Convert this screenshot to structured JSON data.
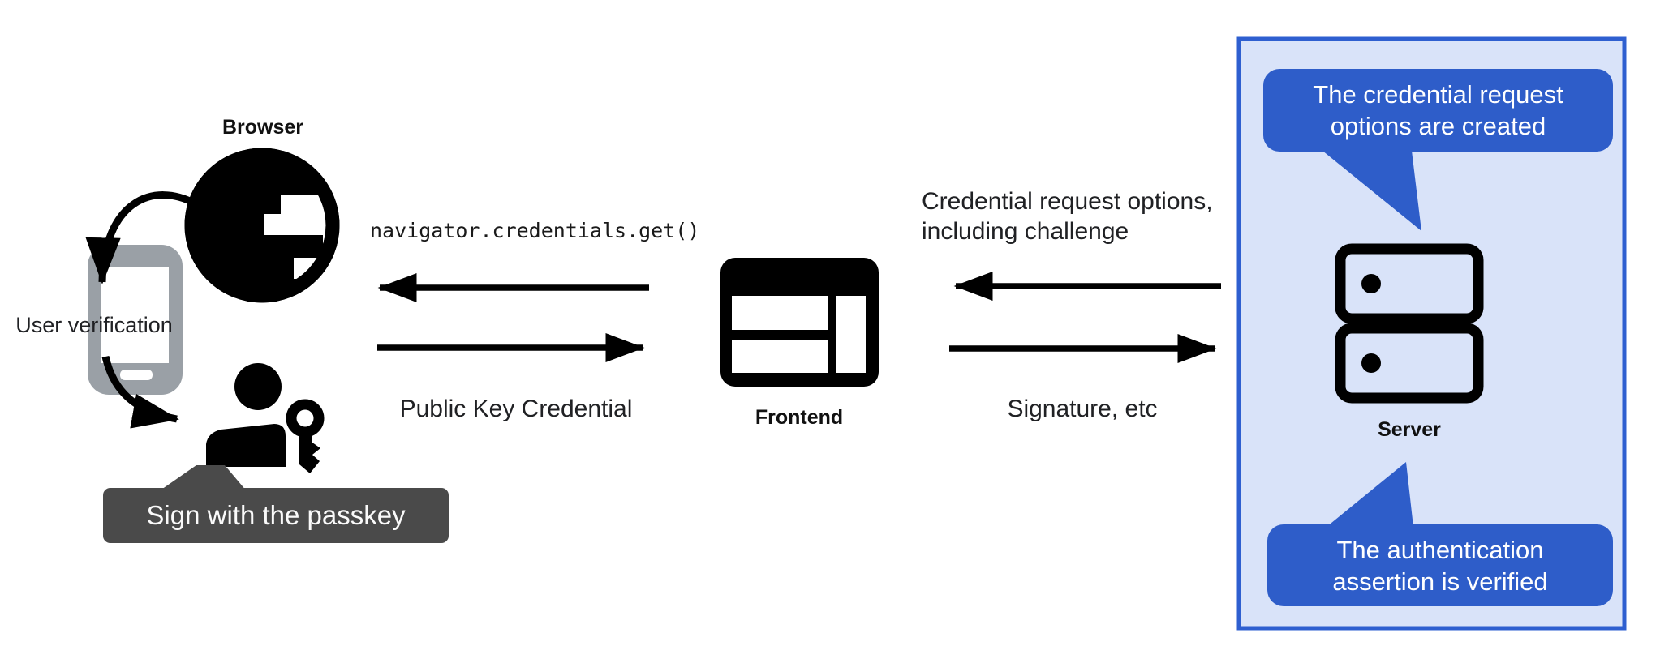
{
  "diagram": {
    "left_group": {
      "browser_label": "Browser",
      "user_verification_label": "User verification",
      "passkey_tooltip": "Sign with the passkey"
    },
    "center_group": {
      "api_call": "navigator.credentials.get()",
      "response_label": "Public Key Credential",
      "frontend_label": "Frontend"
    },
    "right_group": {
      "request_label": "Credential request options,\nincluding challenge",
      "response_label": "Signature, etc",
      "server_label": "Server",
      "bubble_top": "The credential request\noptions are created",
      "bubble_bottom": "The authentication\nassertion is verified"
    },
    "icons": [
      "globe-icon",
      "phone-icon",
      "person-icon",
      "key-icon",
      "frontend-window-icon",
      "server-icon",
      "arrow-icons"
    ],
    "colors": {
      "bubble_blue": "#2e5dc9",
      "box_fill": "#d9e3f9",
      "box_border": "#2e5fd0",
      "tooltip_gray": "#4a4a4a",
      "phone_gray": "#9aa0a6",
      "ink": "#000000"
    }
  }
}
